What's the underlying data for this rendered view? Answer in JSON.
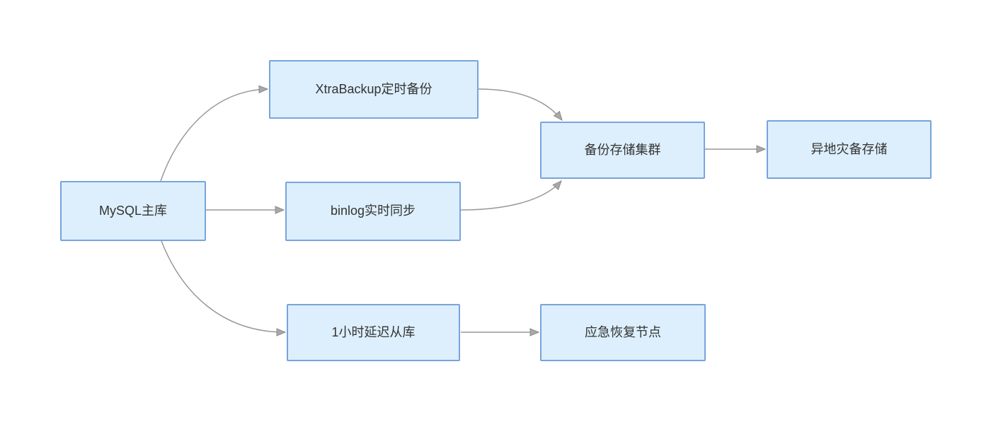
{
  "diagram": {
    "title": "MySQL backup architecture flowchart",
    "colors": {
      "background": "#ffffff",
      "node_fill": "#ddeffc",
      "node_border": "#78a4dc",
      "edge_stroke": "#999999",
      "arrowhead_fill": "#a8a8a8",
      "arrowhead_stroke": "#8c8c8c",
      "text": "#333333"
    },
    "nodes": [
      {
        "id": "mysql-master",
        "label": "MySQL主库"
      },
      {
        "id": "xtrabackup",
        "label": "XtraBackup定时备份"
      },
      {
        "id": "binlog-sync",
        "label": "binlog实时同步"
      },
      {
        "id": "delayed-slave",
        "label": "1小时延迟从库"
      },
      {
        "id": "backup-cluster",
        "label": "备份存储集群"
      },
      {
        "id": "offsite-storage",
        "label": "异地灾备存储"
      },
      {
        "id": "emergency-node",
        "label": "应急恢复节点"
      }
    ],
    "edges": [
      {
        "from": "mysql-master",
        "to": "xtrabackup"
      },
      {
        "from": "mysql-master",
        "to": "binlog-sync"
      },
      {
        "from": "mysql-master",
        "to": "delayed-slave"
      },
      {
        "from": "xtrabackup",
        "to": "backup-cluster"
      },
      {
        "from": "binlog-sync",
        "to": "backup-cluster"
      },
      {
        "from": "backup-cluster",
        "to": "offsite-storage"
      },
      {
        "from": "delayed-slave",
        "to": "emergency-node"
      }
    ]
  }
}
